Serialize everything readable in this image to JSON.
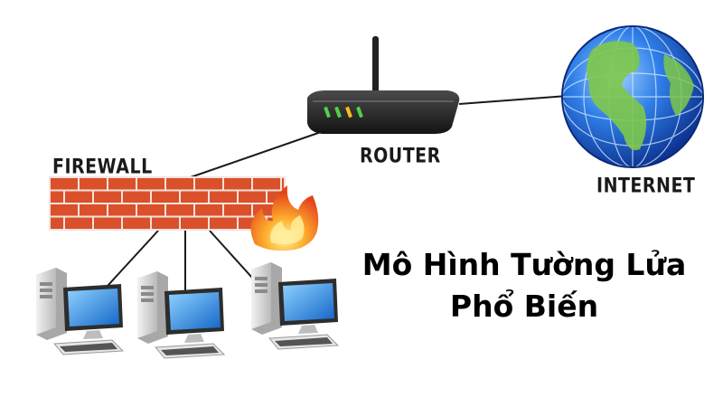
{
  "labels": {
    "firewall": "FIREWALL",
    "router": "ROUTER",
    "internet": "INTERNET"
  },
  "title": {
    "line1": "Mô Hình Tường Lửa",
    "line2": "Phổ Biến"
  },
  "colors": {
    "brick": "#d9502b",
    "mortar": "#f3e3dc",
    "router_body": "#2a2a2a",
    "router_leds": "#4fd14a",
    "globe_ocean": "#1f66d6",
    "globe_land": "#7ec84a",
    "monitor_screen": "#2b8fe0",
    "tower": "#d6d6d6",
    "cable": "#1a1a1a",
    "flame": "#f07a1a"
  },
  "icons": [
    "router-icon",
    "globe-icon",
    "firewall-icon",
    "flame-icon",
    "computer-icon"
  ]
}
